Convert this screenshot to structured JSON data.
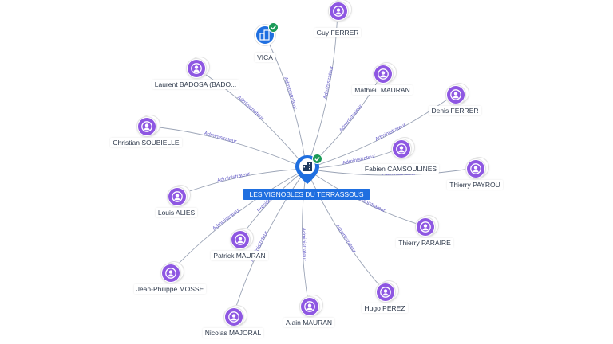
{
  "center": {
    "label": "LES VIGNOBLES DU TERRASSOUS",
    "icon": "building-icon",
    "verified_icon": "check-icon",
    "color": "#1f6fe0"
  },
  "colors": {
    "person": "#8e57e2",
    "company": "#1f6fe0",
    "verified": "#1b9a58",
    "edge_label": "#6b63c9"
  },
  "nodes": [
    {
      "id": "vica",
      "type": "company",
      "label": "VICA",
      "verified": true
    },
    {
      "id": "guy-ferrer",
      "type": "person",
      "label": "Guy FERRER"
    },
    {
      "id": "laurent-badosa",
      "type": "person",
      "label": "Laurent BADOSA (BADO..."
    },
    {
      "id": "mathieu-mauran",
      "type": "person",
      "label": "Mathieu MAURAN"
    },
    {
      "id": "denis-ferrer",
      "type": "person",
      "label": "Denis FERRER"
    },
    {
      "id": "christian-soubielle",
      "type": "person",
      "label": "Christian SOUBIELLE"
    },
    {
      "id": "fabien-camsoulines",
      "type": "person",
      "label": "Fabien CAMSOULINES"
    },
    {
      "id": "thierry-payrou",
      "type": "person",
      "label": "Thierry PAYROU"
    },
    {
      "id": "louis-alies",
      "type": "person",
      "label": "Louis ALIES"
    },
    {
      "id": "thierry-paraire",
      "type": "person",
      "label": "Thierry PARAIRE"
    },
    {
      "id": "patrick-mauran",
      "type": "person",
      "label": "Patrick MAURAN"
    },
    {
      "id": "jean-philippe-mosse",
      "type": "person",
      "label": "Jean-Philippe MOSSE"
    },
    {
      "id": "hugo-perez",
      "type": "person",
      "label": "Hugo PEREZ"
    },
    {
      "id": "alain-mauran",
      "type": "person",
      "label": "Alain MAURAN"
    },
    {
      "id": "nicolas-majoral",
      "type": "person",
      "label": "Nicolas MAJORAL"
    }
  ],
  "edge_labels": {
    "vica": "Administrateur",
    "guy-ferrer": "Administrateur",
    "laurent-badosa": "Administrateur",
    "mathieu-mauran": "Administrateur",
    "denis-ferrer": "Administrateur",
    "christian-soubielle": "Administrateur",
    "fabien-camsoulines": "Administrateur",
    "thierry-payrou": "Administrateur",
    "louis-alies": "Administrateur",
    "thierry-paraire": "Administrateur",
    "patrick-mauran": "Président",
    "jean-philippe-mosse": "Administrateur",
    "hugo-perez": "Administrateur",
    "alain-mauran": "Administrateur",
    "nicolas-majoral": "Administrateur"
  }
}
